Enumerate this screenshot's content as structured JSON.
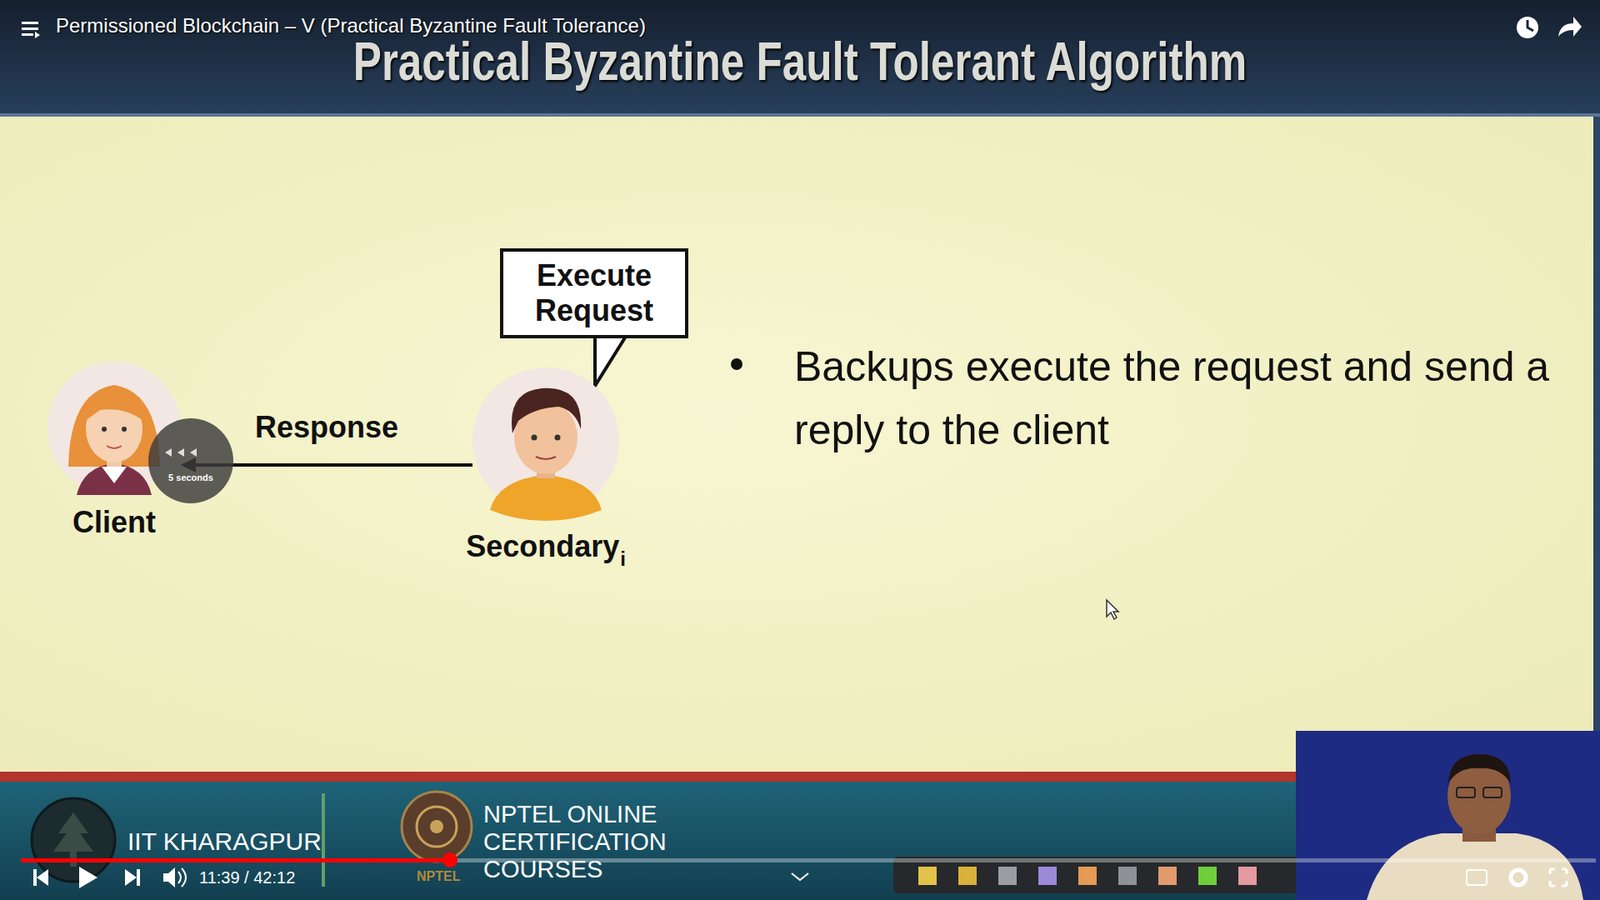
{
  "diagram": {
    "title": "Practical Byzantine Fault Tolerant Algorithm",
    "nodes": [
      {
        "text": [
          "Execute Request"
        ]
      },
      {
        "text": [
          "Client"
        ]
      },
      {
        "text": [
          "Secondary",
          "i"
        ]
      }
    ],
    "edges": [
      {
        "from": 2,
        "to": 1,
        "label": "Response",
        "arrow": "to"
      }
    ],
    "labels": [
      "Permissioned Blockchain – V (Practical Byzantine Fault Tolerance)",
      "Backups execute the request and send a reply to the client",
      "5 seconds",
      "IIT KHARAGPUR",
      "NPTEL ONLINE CERTIFICATION COURSES",
      "NPTEL",
      "11:39 / 42:12"
    ]
  }
}
